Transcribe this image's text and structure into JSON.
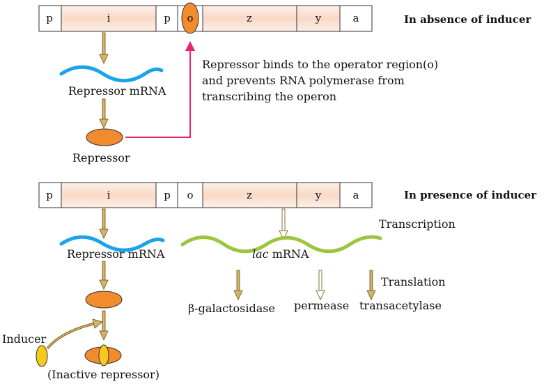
{
  "top_panel": {
    "heading": "In absence of inducer",
    "genes": [
      "p",
      "i",
      "p",
      "o",
      "z",
      "y",
      "a"
    ],
    "repressor_mrna_label": "Repressor mRNA",
    "repressor_label": "Repressor",
    "note_line1": "Repressor binds to the operator region(o)",
    "note_line2": "and prevents RNA polymerase from",
    "note_line3": "transcribing the operon"
  },
  "bottom_panel": {
    "heading": "In presence of inducer",
    "genes": [
      "p",
      "i",
      "p",
      "o",
      "z",
      "y",
      "a"
    ],
    "repressor_mrna_label": "Repressor mRNA",
    "lac_italic": "lac",
    "lac_rest": " mRNA",
    "transcription_label": "Transcription",
    "translation_label": "Translation",
    "product_1": "β-galactosidase",
    "product_2": "permease",
    "product_3": "transacetylase",
    "inducer_label": "Inducer",
    "inactive_label": "(Inactive repressor)"
  },
  "colors": {
    "gene_fill": "#fbe3d6",
    "gene_stroke": "#333333",
    "repressor": "#f28a2e",
    "repressor_mrna": "#1aa3e8",
    "lac_mrna": "#9bc53d",
    "inducer": "#f7c81e",
    "arrow_fill": "#d4b36a",
    "arrow_stroke": "#6b4f10",
    "pink_arrow": "#e8246b"
  }
}
